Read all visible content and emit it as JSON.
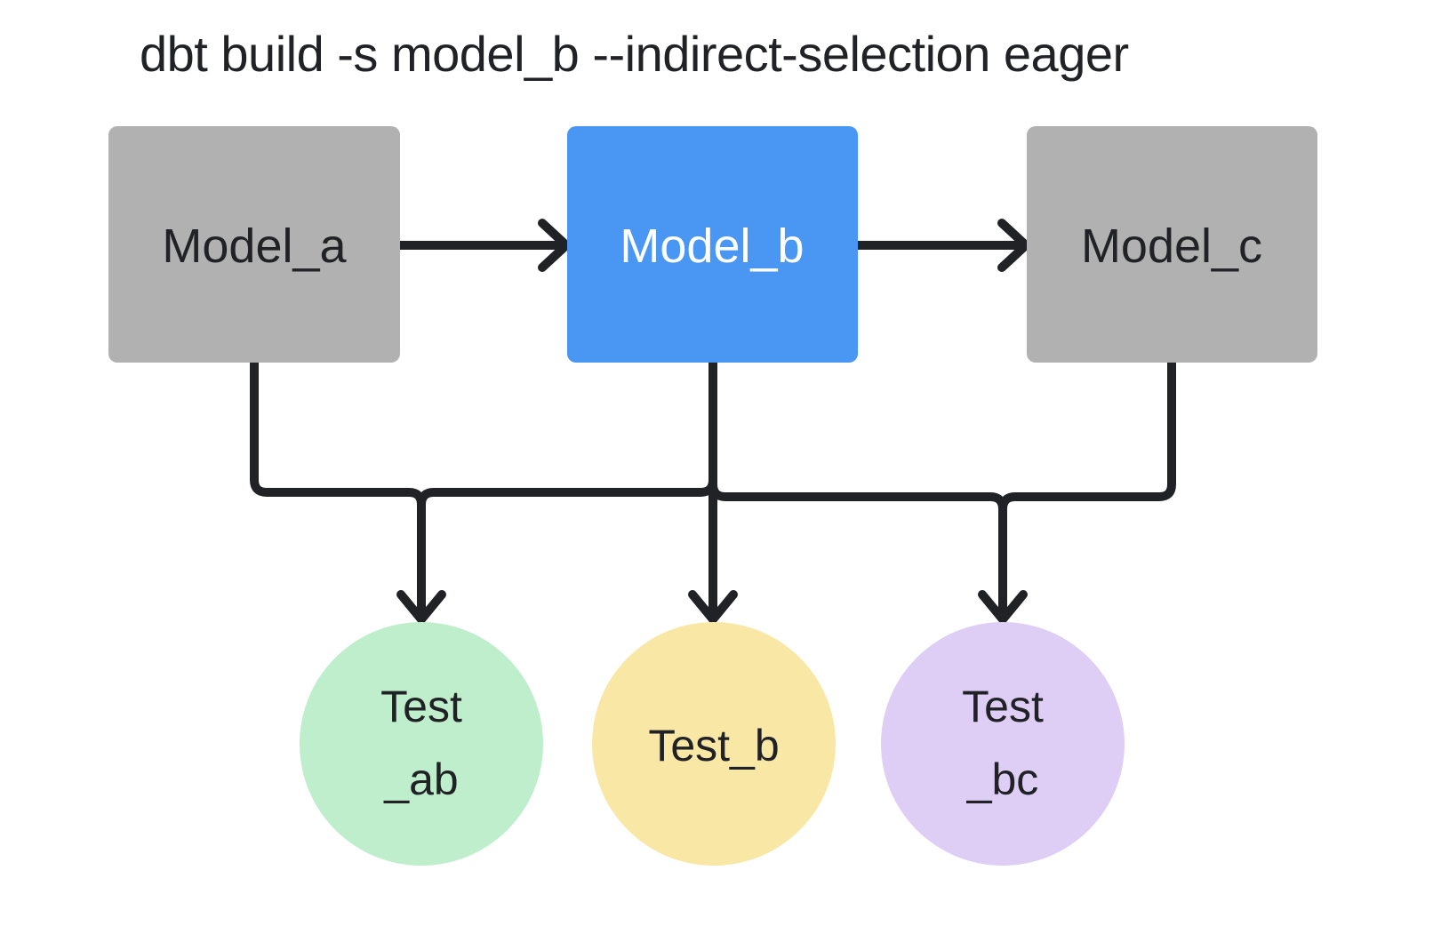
{
  "title": "dbt build -s model_b --indirect-selection eager",
  "colors": {
    "background": "#FFFFFF",
    "ink": "#202225",
    "model_default_fill": "#B1B1B1",
    "model_selected_fill": "#4997F3",
    "model_text_dark": "#202225",
    "model_text_light": "#FFFFFF",
    "test_ab_fill": "#BEEECB",
    "test_b_fill": "#F9E7A6",
    "test_bc_fill": "#DECEF6"
  },
  "nodes": {
    "model_a": {
      "label": "Model_a"
    },
    "model_b": {
      "label": "Model_b"
    },
    "model_c": {
      "label": "Model_c"
    },
    "test_ab": {
      "label_line1": "Test",
      "label_line2": "_ab"
    },
    "test_b": {
      "label_line1": "Test_b"
    },
    "test_bc": {
      "label_line1": "Test",
      "label_line2": "_bc"
    }
  },
  "edges": [
    {
      "from": "model_a",
      "to": "model_b"
    },
    {
      "from": "model_b",
      "to": "model_c"
    },
    {
      "from": "model_a",
      "to": "test_ab"
    },
    {
      "from": "model_b",
      "to": "test_ab"
    },
    {
      "from": "model_b",
      "to": "test_b"
    },
    {
      "from": "model_b",
      "to": "test_bc"
    },
    {
      "from": "model_c",
      "to": "test_bc"
    }
  ]
}
